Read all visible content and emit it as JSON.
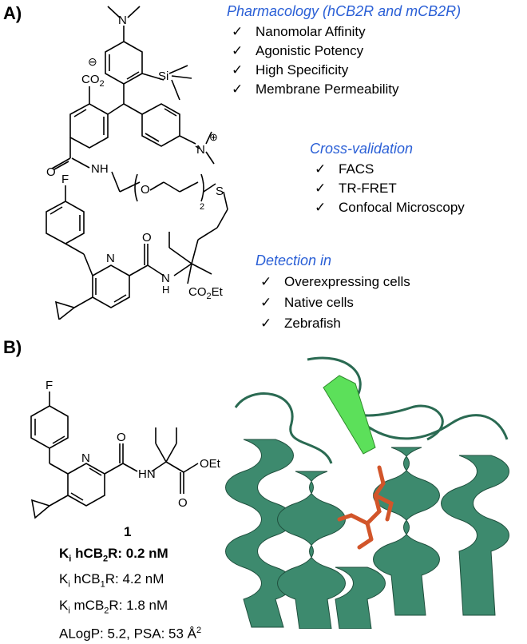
{
  "panelA": {
    "label": "A)",
    "structure": {
      "nme2_top": "N",
      "si": "Si",
      "co2": "CO",
      "co2_sub": "2",
      "minus": "⊖",
      "nplus": "N",
      "plus": "⊕",
      "nh": "NH",
      "o_peg": "O",
      "peg_sub": "2",
      "s": "S",
      "f": "F",
      "n_pyr": "N",
      "o_amide": "O",
      "h_amide": "H",
      "n_amide": "N",
      "co2et": "CO",
      "co2et_sub": "2",
      "co2et_tail": "Et",
      "o_top_amide": "O"
    },
    "groups": [
      {
        "heading": "Pharmacology (hCB2R and mCB2R)",
        "items": [
          "Nanomolar Affinity",
          "Agonistic Potency",
          "High Specificity",
          "Membrane Permeability"
        ]
      },
      {
        "heading": "Cross-validation",
        "items": [
          "FACS",
          "TR-FRET",
          "Confocal Microscopy"
        ]
      },
      {
        "heading": "Detection in",
        "items": [
          "Overexpressing cells",
          "Native cells",
          "Zebrafish"
        ]
      }
    ],
    "check": "✓"
  },
  "panelB": {
    "label": "B)",
    "structure": {
      "f": "F",
      "n_pyr": "N",
      "o_amide": "O",
      "h": "H",
      "n": "N",
      "o_ester": "O",
      "oet": "OEt",
      "o_carbonyl": "O"
    },
    "compound_number": "1",
    "ki_lines": [
      {
        "k": "K",
        "i": "i",
        "rest": " hCB",
        "sub": "2",
        "tail": "R: 0.2 nM",
        "bold": true
      },
      {
        "k": "K",
        "i": "i",
        "rest": " hCB",
        "sub": "1",
        "tail": "R: 4.2 nM",
        "bold": false
      },
      {
        "k": "K",
        "i": "i",
        "rest": " mCB",
        "sub": "2",
        "tail": "R: 1.8 nM",
        "bold": false
      }
    ],
    "alogp": "ALogP: 5.2, PSA: 53 Å",
    "alogp_sup": "2",
    "colors": {
      "protein": "#3d8a6e",
      "protein_dark": "#2a6a52",
      "ligand": "#d2552a",
      "arrow": "#5ce05a",
      "heading_blue": "#2a5fd6"
    }
  }
}
